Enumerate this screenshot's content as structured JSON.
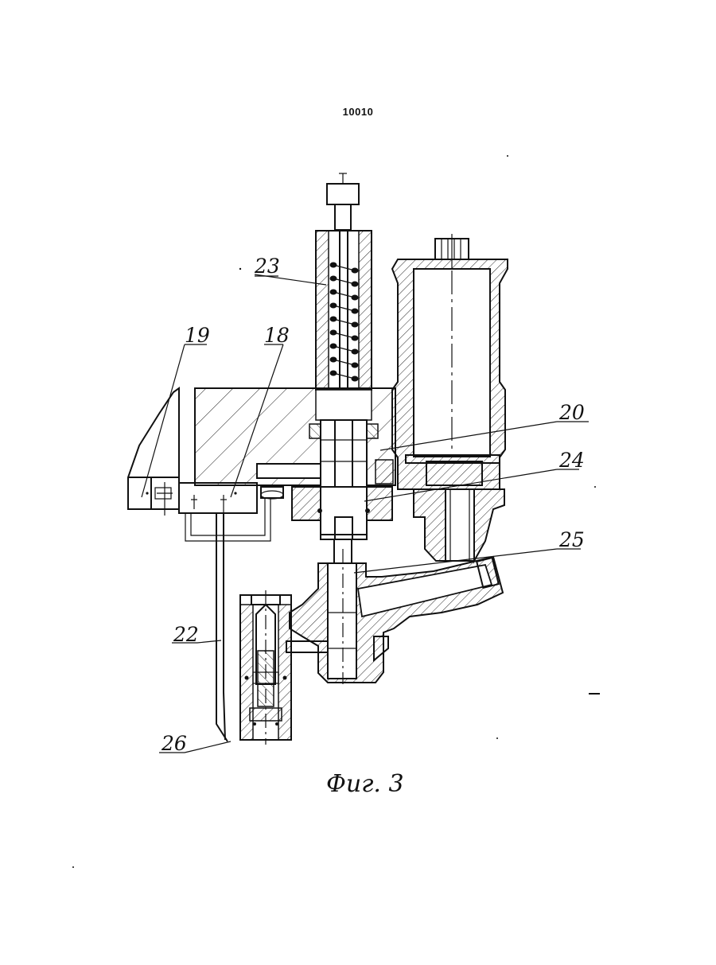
{
  "document": {
    "number": "10010",
    "caption": "Фиг. 3"
  },
  "callouts": [
    {
      "id": "19",
      "label": "19"
    },
    {
      "id": "18",
      "label": "18"
    },
    {
      "id": "23",
      "label": "23"
    },
    {
      "id": "20",
      "label": "20"
    },
    {
      "id": "24",
      "label": "24"
    },
    {
      "id": "25",
      "label": "25"
    },
    {
      "id": "22",
      "label": "22"
    },
    {
      "id": "26",
      "label": "26"
    }
  ]
}
